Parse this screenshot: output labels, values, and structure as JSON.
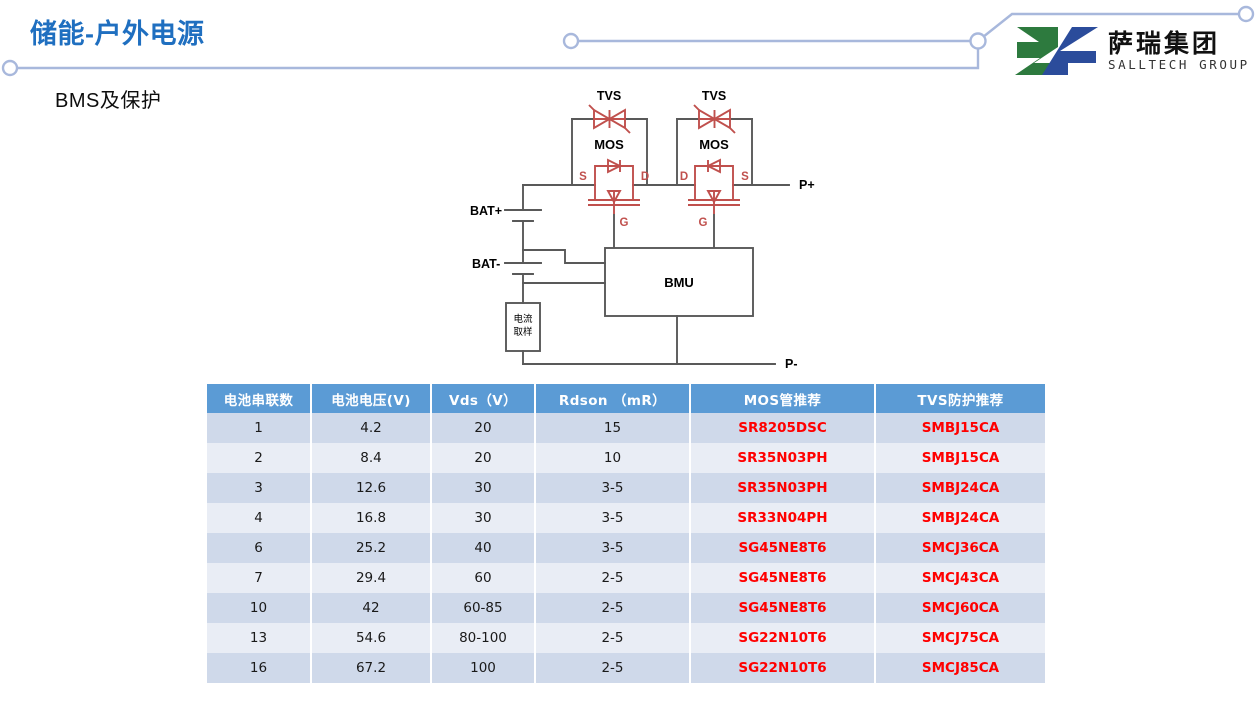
{
  "header": {
    "title": "储能-户外电源",
    "title_color": "#1F6FC0",
    "trace_color": "#A8B8DC"
  },
  "logo": {
    "name_cn": "萨瑞集团",
    "name_en": "SALLTECH GROUP",
    "green": "#2D7A3E",
    "blue": "#2B4C9B"
  },
  "subtitle": "BMS及保护",
  "diagram": {
    "title": "BMS protection circuit",
    "labels": {
      "tvs_left": "TVS",
      "tvs_right": "TVS",
      "mos_left": "MOS",
      "mos_right": "MOS",
      "s_left": "S",
      "d_left": "D",
      "g_left": "G",
      "d_right": "D",
      "s_right": "S",
      "g_right": "G",
      "bat_plus": "BAT+",
      "bat_minus": "BAT-",
      "p_plus": "P+",
      "p_minus": "P-",
      "bmu": "BMU",
      "shunt_line1": "电流",
      "shunt_line2": "取样"
    },
    "wire_color": "#595959",
    "device_color": "#C0504D"
  },
  "table": {
    "header_bg": "#5B9BD5",
    "row_odd_bg": "#CFD9EA",
    "row_even_bg": "#E9EDF5",
    "part_color": "#FF0000",
    "columns": [
      "电池串联数",
      "电池电压(V)",
      "Vds（V）",
      "Rdson （mR）",
      "MOS管推荐",
      "TVS防护推荐"
    ],
    "rows": [
      [
        "1",
        "4.2",
        "20",
        "15",
        "SR8205DSC",
        "SMBJ15CA"
      ],
      [
        "2",
        "8.4",
        "20",
        "10",
        "SR35N03PH",
        "SMBJ15CA"
      ],
      [
        "3",
        "12.6",
        "30",
        "3-5",
        "SR35N03PH",
        "SMBJ24CA"
      ],
      [
        "4",
        "16.8",
        "30",
        "3-5",
        "SR33N04PH",
        "SMBJ24CA"
      ],
      [
        "6",
        "25.2",
        "40",
        "3-5",
        "SG45NE8T6",
        "SMCJ36CA"
      ],
      [
        "7",
        "29.4",
        "60",
        "2-5",
        "SG45NE8T6",
        "SMCJ43CA"
      ],
      [
        "10",
        "42",
        "60-85",
        "2-5",
        "SG45NE8T6",
        "SMCJ60CA"
      ],
      [
        "13",
        "54.6",
        "80-100",
        "2-5",
        "SG22N10T6",
        "SMCJ75CA"
      ],
      [
        "16",
        "67.2",
        "100",
        "2-5",
        "SG22N10T6",
        "SMCJ85CA"
      ]
    ]
  }
}
